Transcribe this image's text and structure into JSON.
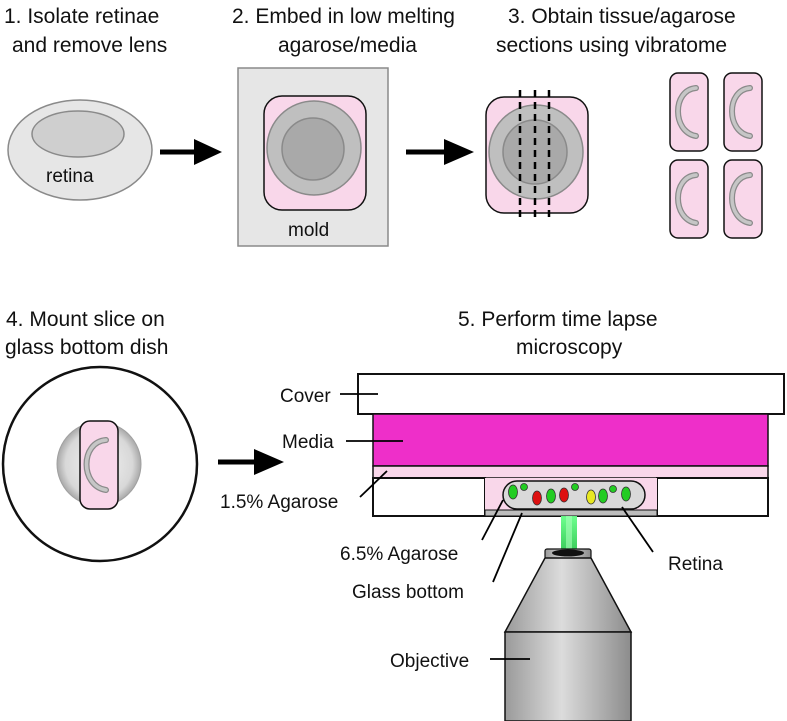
{
  "colors": {
    "background": "#ffffff",
    "pink_light": "#f9d7ea",
    "magenta": "#ee2fc9",
    "gray_light": "#e6e6e6",
    "gray_mid": "#bfbfbf",
    "gray_dark": "#a9a9a9",
    "cell_green": "#22cc22",
    "cell_red": "#dd1111",
    "cell_yellow": "#e8e822",
    "laser_green": "#22dd55"
  },
  "step1": {
    "line1": "1.  Isolate retinae",
    "line2": "and remove lens",
    "retina_label": "retina"
  },
  "step2": {
    "line1": "2. Embed in low melting",
    "line2": "agarose/media",
    "mold_label": "mold"
  },
  "step3": {
    "line1": "3. Obtain tissue/agarose",
    "line2": "sections using vibratome"
  },
  "step4": {
    "line1": "4. Mount slice on",
    "line2": "glass bottom dish"
  },
  "step5": {
    "line1": "5. Perform time lapse",
    "line2": "microscopy",
    "labels": {
      "cover": "Cover",
      "media": "Media",
      "agarose_low": "1.5% Agarose",
      "agarose_high": "6.5% Agarose",
      "glass_bottom": "Glass bottom",
      "retina": "Retina",
      "objective": "Objective"
    }
  }
}
